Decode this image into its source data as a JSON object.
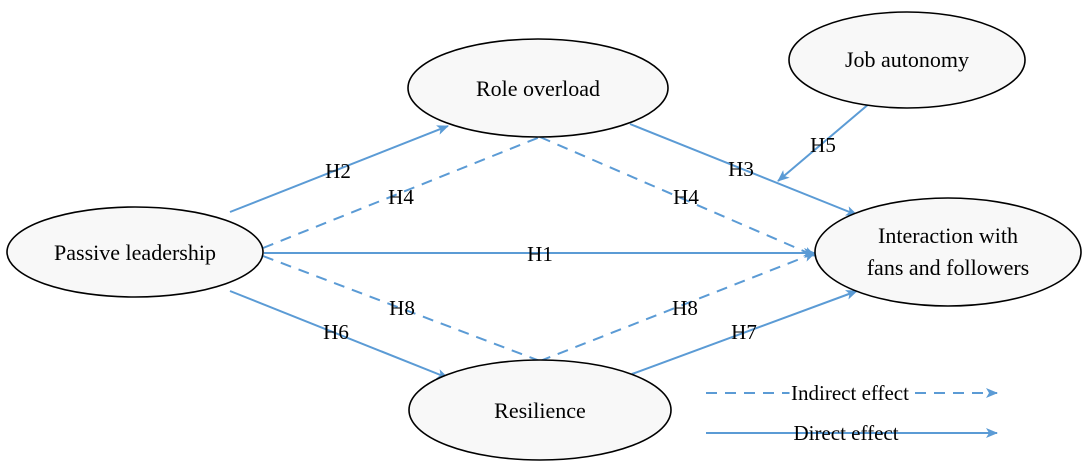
{
  "colors": {
    "arrow": "#5b9bd5",
    "node_stroke": "#000000",
    "node_fill": "#f8f8f8",
    "background": "#ffffff"
  },
  "nodes": {
    "passive_leadership": "Passive leadership",
    "role_overload": "Role overload",
    "job_autonomy": "Job autonomy",
    "interaction_line1": "Interaction with",
    "interaction_line2": "fans and followers",
    "resilience": "Resilience"
  },
  "edges": {
    "h1": "H1",
    "h2": "H2",
    "h3": "H3",
    "h4_left": "H4",
    "h4_right": "H4",
    "h5": "H5",
    "h6": "H6",
    "h7": "H7",
    "h8_left": "H8",
    "h8_right": "H8"
  },
  "legend": {
    "indirect": "Indirect effect",
    "direct": "Direct effect"
  }
}
